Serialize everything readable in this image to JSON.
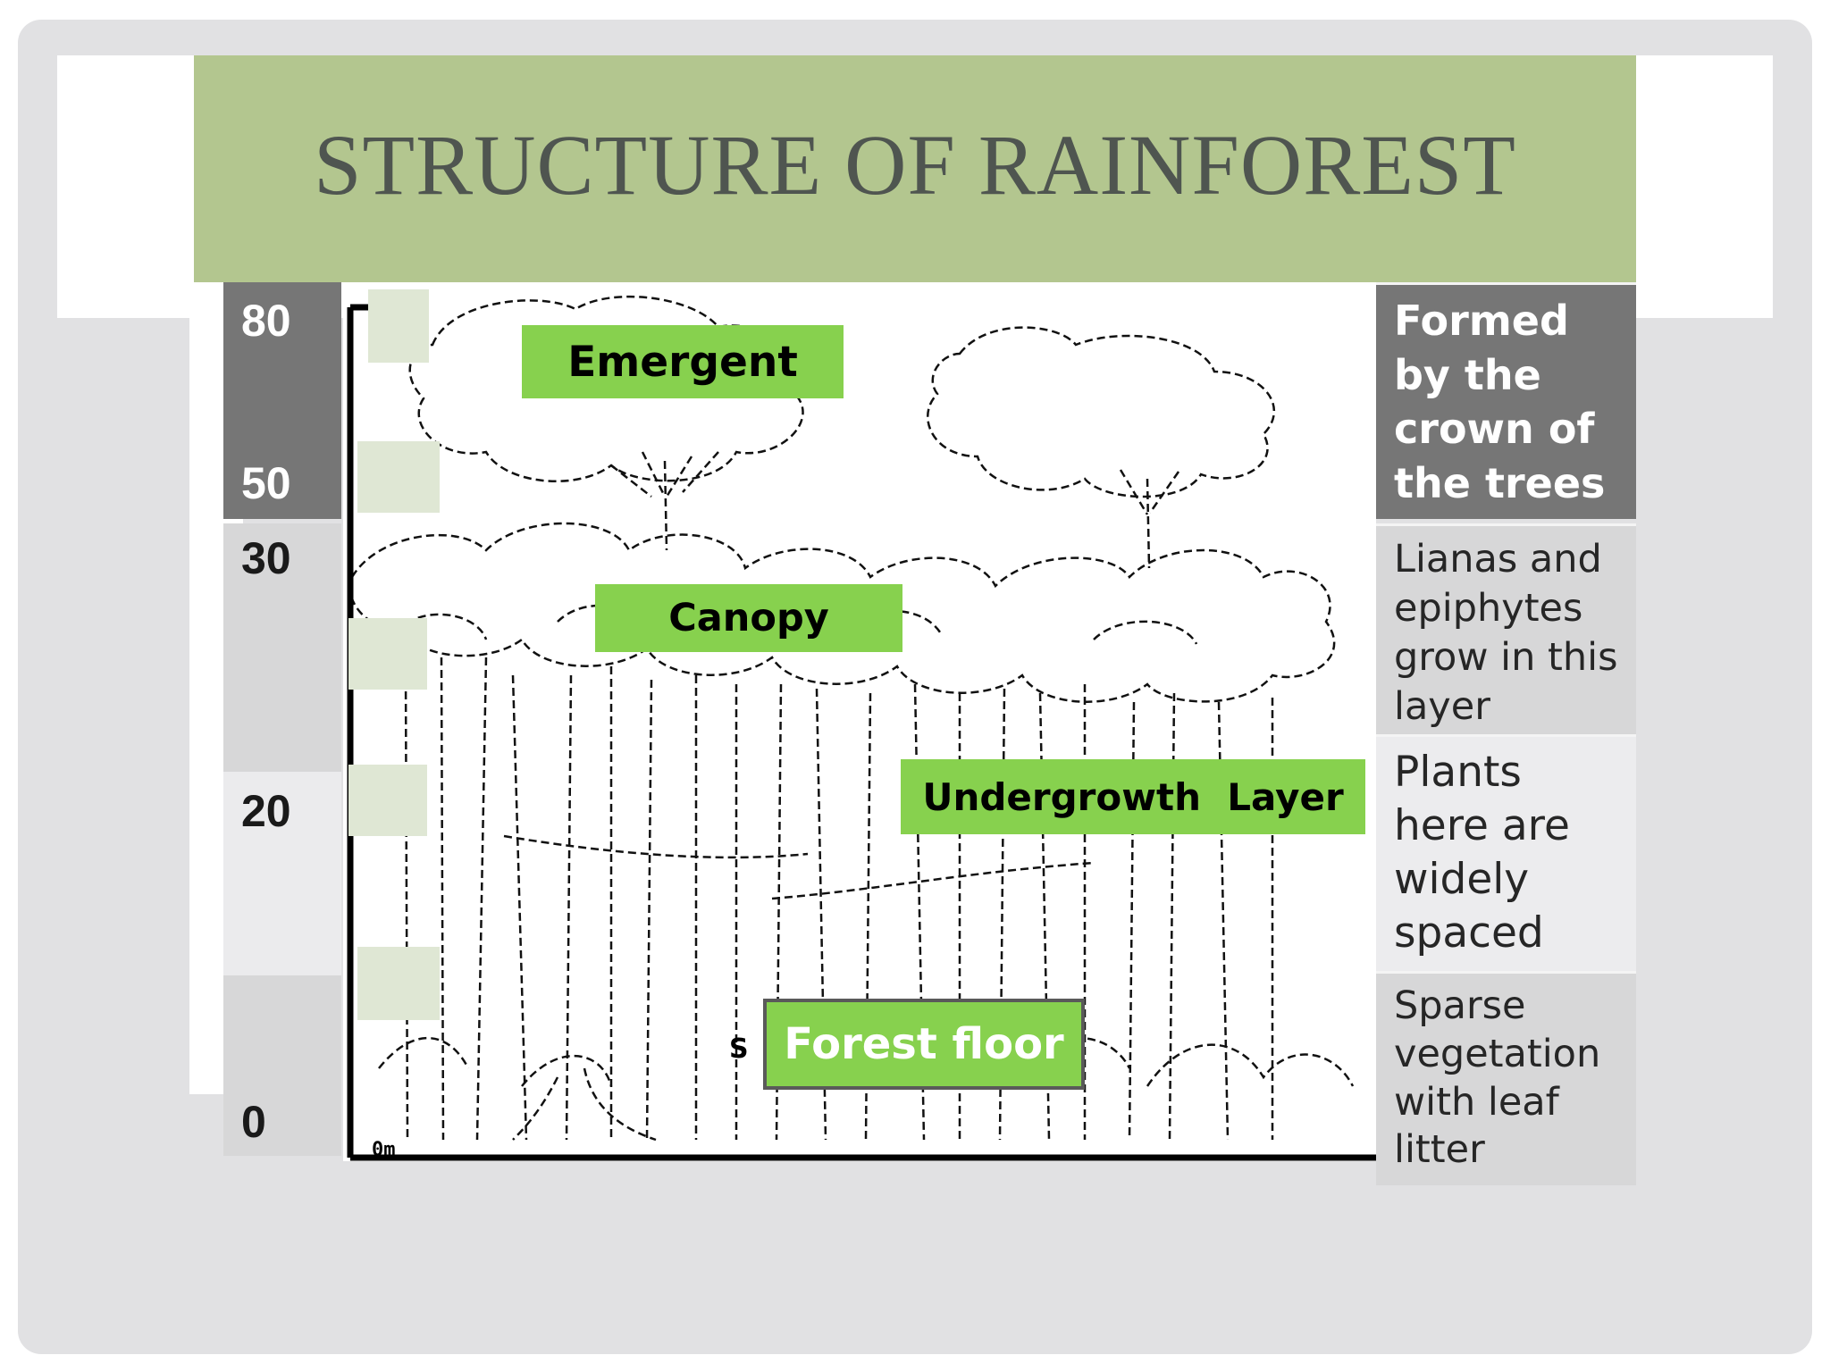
{
  "slide": {
    "title": "STRUCTURE OF RAINFOREST"
  },
  "height_scale": {
    "labels": [
      "80",
      "50",
      "30",
      "20",
      "0"
    ]
  },
  "diagram": {
    "axis_label": "0m",
    "stray_letter": "S",
    "layers": [
      {
        "label": "Emergent"
      },
      {
        "label": "Canopy"
      },
      {
        "label": "Undergrowth  Layer"
      },
      {
        "label": "Forest floor"
      }
    ]
  },
  "descriptions": [
    "Formed\nby the\ncrown of\nthe trees",
    "Lianas and\nepiphytes\ngrow in this\nlayer",
    "Plants\nhere are\nwidely\nspaced",
    "Sparse\nvegetation\nwith leaf\nlitter"
  ],
  "colors": {
    "title_band": "#b3c68f",
    "label_green": "#87d14e",
    "dark_gray": "#767676",
    "light_gray": "#d7d7d8"
  }
}
